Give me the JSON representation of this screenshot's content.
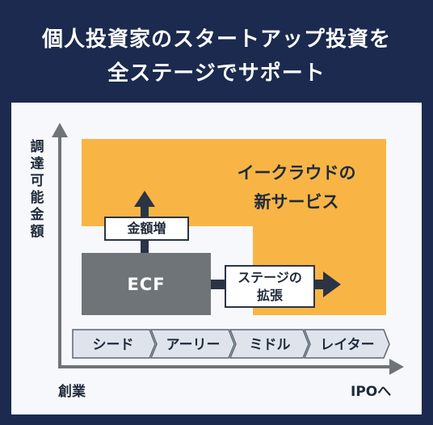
{
  "title": {
    "line1": "個人投資家のスタートアップ投資を",
    "line2": "全ステージでサポート"
  },
  "y_axis_label": "調達可能金額",
  "x_axis_start": "創業",
  "x_axis_end": "IPOへ",
  "new_service": {
    "line1": "イークラウドの",
    "line2": "新サービス"
  },
  "amount_increase": "金額増",
  "ecf": "ECF",
  "stage_expansion": {
    "line1": "ステージの",
    "line2": "拡張"
  },
  "stages": [
    "シード",
    "アーリー",
    "ミドル",
    "レイター"
  ],
  "colors": {
    "background": "#1b2a4e",
    "panel": "#f6f8fb",
    "orange": "#f8b545",
    "ecf_box": "#6f7479",
    "stage_fill": "#dfe4ec"
  }
}
